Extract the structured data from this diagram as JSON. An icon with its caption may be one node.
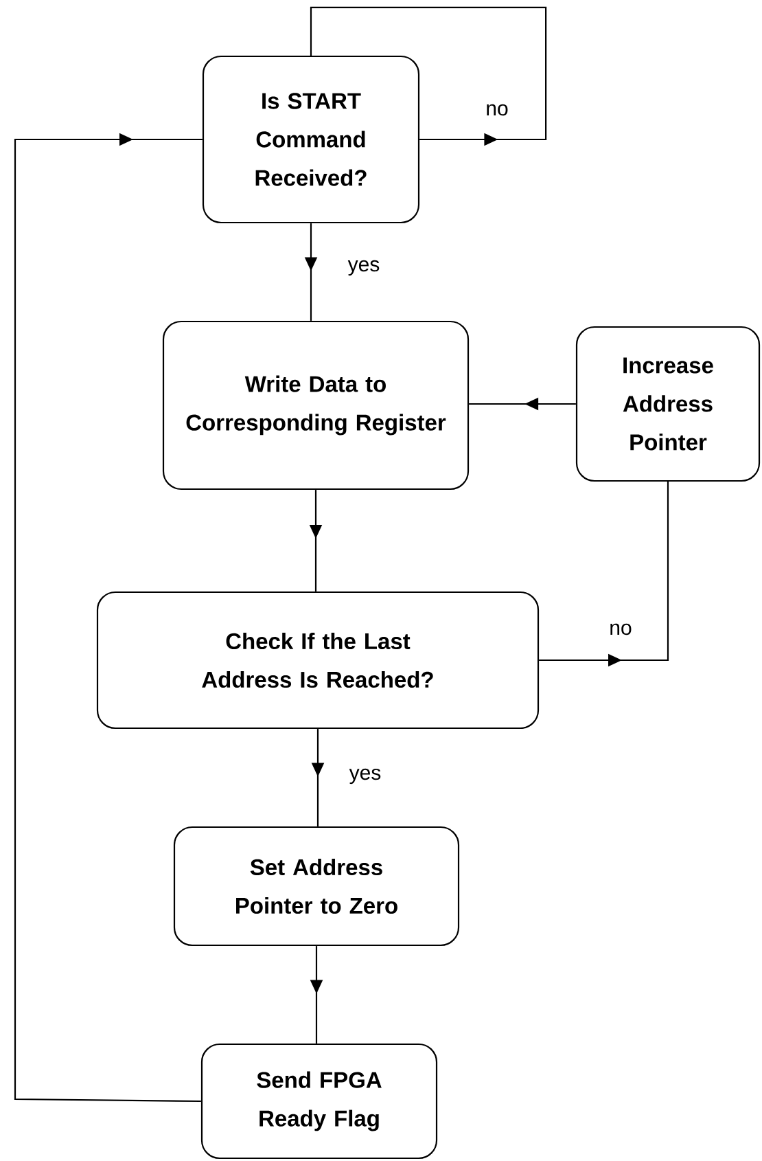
{
  "diagram": {
    "nodes": [
      {
        "text": [
          "Is START Command Received?"
        ]
      },
      {
        "text": [
          "Write Data to Corresponding Register"
        ]
      },
      {
        "text": [
          "Increase Address Pointer"
        ]
      },
      {
        "text": [
          "Check If the Last Address Is Reached?"
        ]
      },
      {
        "text": [
          "Set Address Pointer to Zero"
        ]
      },
      {
        "text": [
          "Send FPGA Ready Flag"
        ]
      }
    ],
    "edges": [
      {
        "from": 0,
        "to": 0,
        "arrow": "to",
        "label": "no"
      },
      {
        "from": 0,
        "to": 1,
        "arrow": "to",
        "label": "yes"
      },
      {
        "from": 2,
        "to": 1,
        "arrow": "to"
      },
      {
        "from": 1,
        "to": 3,
        "arrow": "to"
      },
      {
        "from": 3,
        "to": 2,
        "arrow": "to",
        "label": "no"
      },
      {
        "from": 3,
        "to": 4,
        "arrow": "to",
        "label": "yes"
      },
      {
        "from": 4,
        "to": 5,
        "arrow": "to"
      },
      {
        "from": 5,
        "to": 0,
        "arrow": "to"
      }
    ]
  }
}
